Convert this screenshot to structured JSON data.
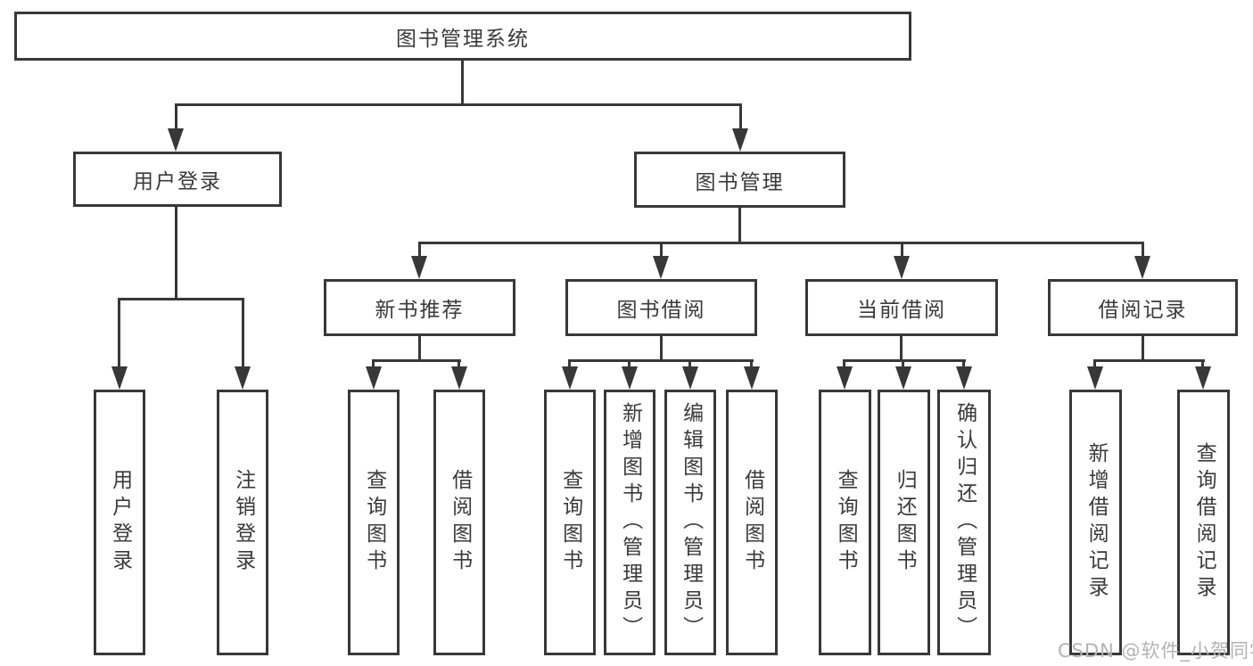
{
  "diagram": {
    "title": "图书管理系统",
    "level2": [
      "用户登录",
      "图书管理"
    ],
    "level3": [
      "新书推荐",
      "图书借阅",
      "当前借阅",
      "借阅记录"
    ],
    "leaves": {
      "login": [
        "用户登录",
        "注销登录"
      ],
      "new_book": [
        "查询图书",
        "借阅图书"
      ],
      "book_borrow": [
        "查询图书",
        "新增图书（管理员）",
        "编辑图书（管理员）",
        "借阅图书"
      ],
      "current_borrow": [
        "查询图书",
        "归还图书",
        "确认归还（管理员）"
      ],
      "borrow_records": [
        "新增借阅记录",
        "查询借阅记录"
      ]
    }
  },
  "watermark": "CSDN @软件_小贺同学",
  "colors": {
    "line": "#383838",
    "text": "#3a3a3a",
    "watermark": "#b3b3b3",
    "background": "#ffffff"
  }
}
